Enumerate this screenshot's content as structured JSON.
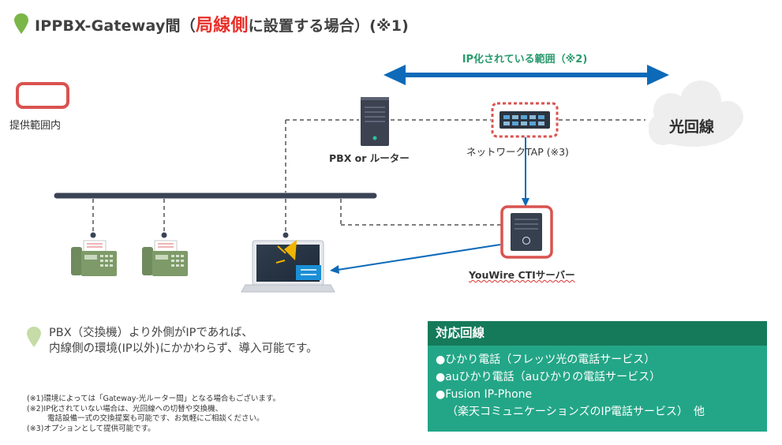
{
  "title": {
    "prefix": "IPPBX-Gateway間（",
    "emphasis": "局線側",
    "suffix": "に設置する場合）(※1)"
  },
  "diagram": {
    "range_label": "IP化されている範囲（※2)",
    "legend_label": "提供範囲内",
    "pbx_label": "PBX or ルーター",
    "tap_label": "ネットワークTAP (※3)",
    "cloud_label": "光回線",
    "cti_label": "YouWire CTIサーバー"
  },
  "note": {
    "line1": "PBX（交換機）より外側がIPであれば、",
    "line2": "内線側の環境(IP以外)にかかわらず、導入可能です。"
  },
  "footnotes": {
    "fn1": "(※1)環境によっては「Gateway-光ルーター間」となる場合もございます。",
    "fn2": "(※2)IP化されていない場合は、光回線への切替や交換機、",
    "fn2b": "電話設備一式の交換提案も可能です、お気軽にご相談ください。",
    "fn3": "(※3)オプションとして提供可能です。"
  },
  "lines_box": {
    "title": "対応回線",
    "item1": "●ひかり電話（フレッツ光の電話サービス）",
    "item2": "●auひかり電話（auひかりの電話サービス）",
    "item3": "●Fusion IP-Phone",
    "item3_sub": "（楽天コミュニケーションズのIP電話サービス）　他"
  },
  "colors": {
    "green_pin": "#7ab648",
    "arrow_blue": "#0d6ab8",
    "range_text_green": "#2a9a6e",
    "highlight_red": "#d9534f",
    "box_green": "#23a687",
    "box_head_green": "#157a5a",
    "bus_navy": "#3a4356",
    "title_red": "#e8302a"
  }
}
